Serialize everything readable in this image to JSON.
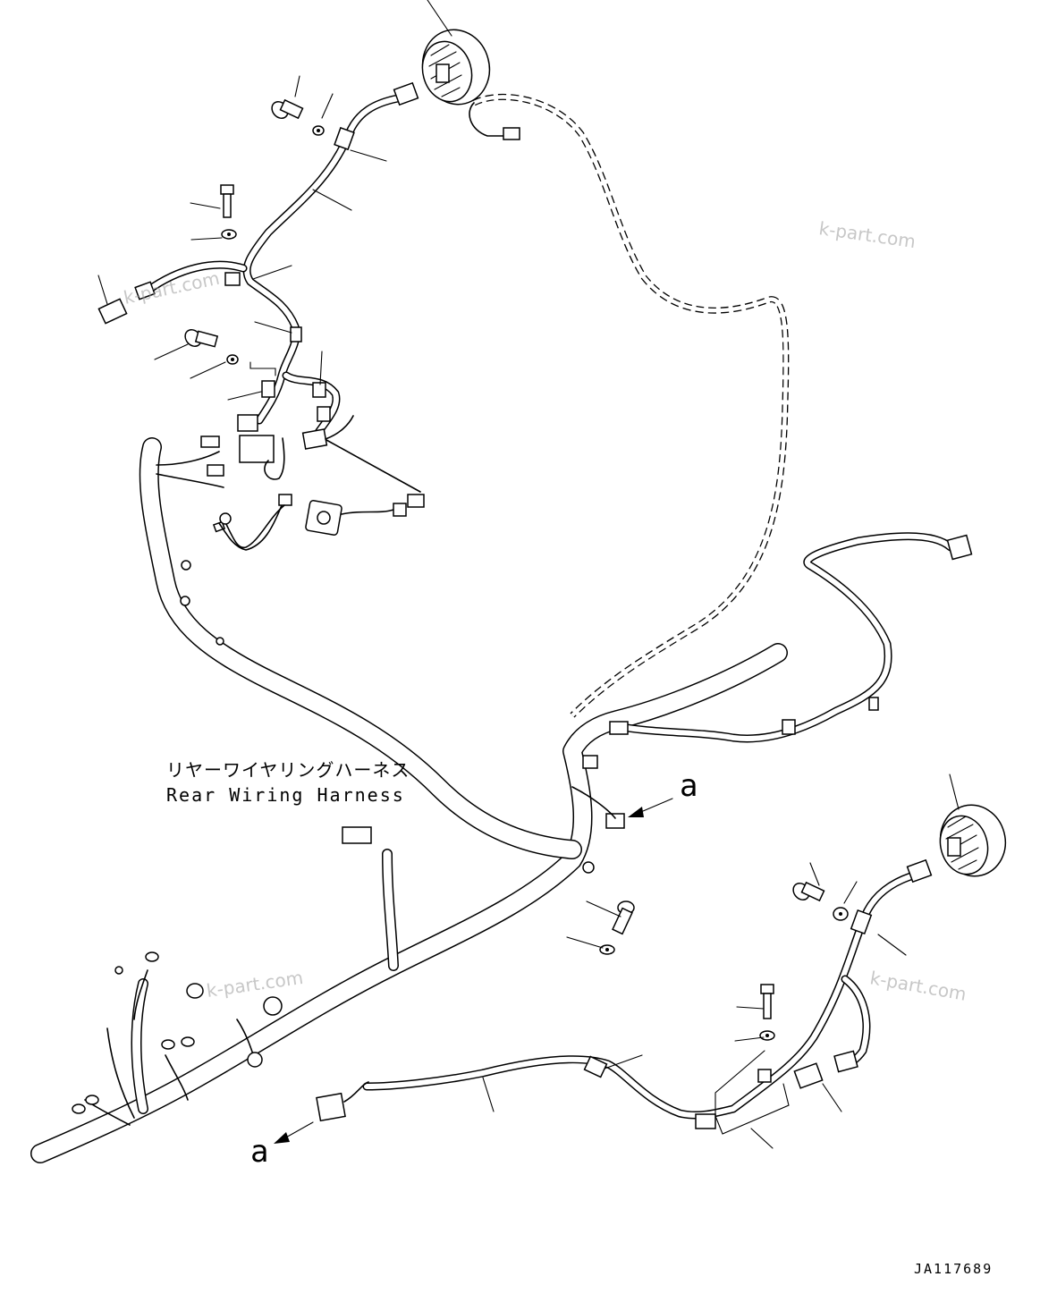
{
  "harness_label_jp": "リヤーワイヤリングハーネス",
  "harness_label_en": "Rear Wiring Harness",
  "ref_a_top": "a",
  "ref_a_bottom": "a",
  "drawing_number": "JA117689",
  "watermarks": [
    "k-part.com",
    "k-part.com",
    "k-part.com",
    "k-part.com"
  ]
}
